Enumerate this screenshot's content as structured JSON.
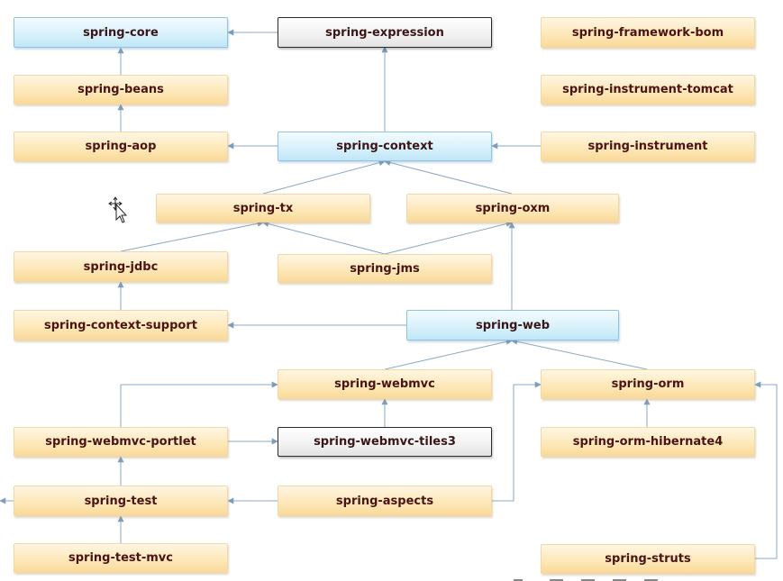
{
  "nodes": {
    "spring_core": "spring-core",
    "spring_expression": "spring-expression",
    "spring_framework_bom": "spring-framework-bom",
    "spring_beans": "spring-beans",
    "spring_instrument_tomcat": "spring-instrument-tomcat",
    "spring_aop": "spring-aop",
    "spring_context": "spring-context",
    "spring_instrument": "spring-instrument",
    "spring_tx": "spring-tx",
    "spring_oxm": "spring-oxm",
    "spring_jdbc": "spring-jdbc",
    "spring_jms": "spring-jms",
    "spring_context_support": "spring-context-support",
    "spring_web": "spring-web",
    "spring_webmvc": "spring-webmvc",
    "spring_orm": "spring-orm",
    "spring_webmvc_portlet": "spring-webmvc-portlet",
    "spring_webmvc_tiles3": "spring-webmvc-tiles3",
    "spring_orm_hibernate4": "spring-orm-hibernate4",
    "spring_test": "spring-test",
    "spring_aspects": "spring-aspects",
    "spring_test_mvc": "spring-test-mvc",
    "spring_struts": "spring-struts"
  },
  "node_styles": {
    "yellow": "#fde7b6",
    "blue": "#d6f0fb",
    "gray": "#f1f1f1",
    "text": "#4a1414",
    "edge": "#8aa8c6"
  },
  "icons": {
    "cursor": "move-cursor-icon"
  }
}
